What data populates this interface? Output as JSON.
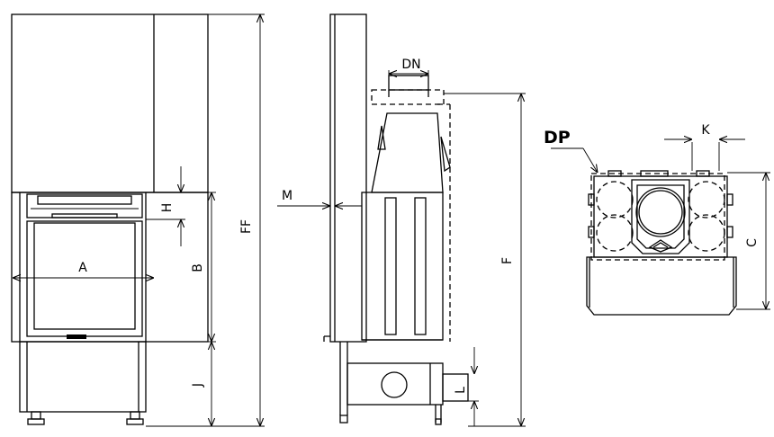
{
  "labels": {
    "A": "A",
    "B": "B",
    "H": "H",
    "J": "J",
    "FF": "FF",
    "M": "M",
    "DN": "DN",
    "F": "F",
    "L": "L",
    "DP": "DP",
    "K": "K",
    "C": "C"
  }
}
